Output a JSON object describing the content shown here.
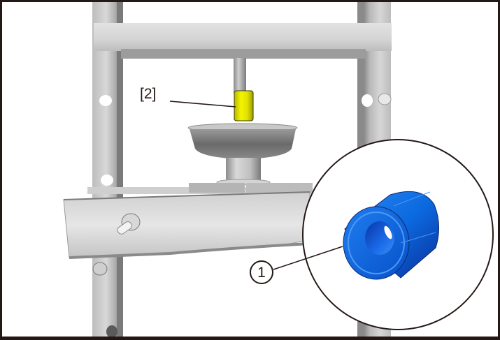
{
  "figure": {
    "description": "Press frame with seal installer pressing a component; detail callout shows blue bushing",
    "callouts": [
      {
        "id": "2",
        "label": "[2]",
        "style": "bracket",
        "target": "yellow press tool"
      },
      {
        "id": "1",
        "label": "1",
        "style": "circled",
        "target": "blue bushing in detail view"
      }
    ],
    "colors": {
      "frame_border": "#231815",
      "tool_highlight": "#e8e800",
      "part_highlight": "#1a6fe8",
      "steel_light": "#d9d9d9",
      "steel_mid": "#a8a8a8",
      "steel_dark": "#6e6e6e"
    }
  }
}
